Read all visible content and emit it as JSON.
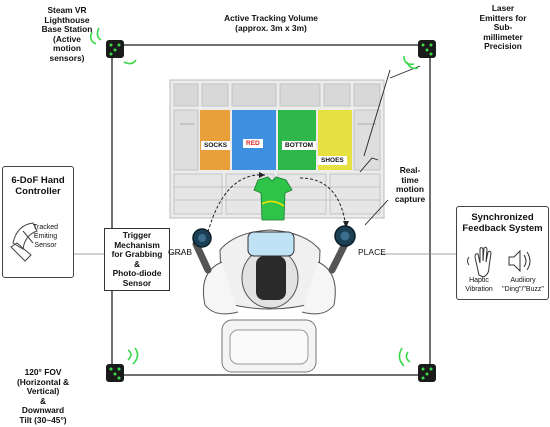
{
  "labels": {
    "base_station": "Steam VR\nLighthouse\nBase Station\n(Active\nmotion\nsensors)",
    "tracking_volume": "Active Tracking Volume\n(approx. 3m x 3m)",
    "laser_emitters": "Laser\nEmitters for\nSub-\nmillimeter\nPrecision",
    "realtime": "Real-\ntime\nmotion\ncapture",
    "trigger": "Trigger\nMechanism\nfor Grabbing\n&\nPhoto-diode\nSensor",
    "fov": "120° FOV\n(Horizontal &\nVertical)\n&\nDownward\nTilt (30~45°)",
    "grab": "GRAB",
    "place": "PLACE"
  },
  "controller_panel": {
    "title": "6-DoF Hand\nController",
    "caption": "Tracked\nEmiting\nSensor"
  },
  "feedback_panel": {
    "title": "Synchronized\nFeedback System",
    "haptic": "Haptic\nVibration",
    "audio": "Audiiory\n\"Ding\"/\"Buzz\""
  },
  "shelf": {
    "compartments": [
      {
        "label": "SOCKS",
        "color": "#e8a03a"
      },
      {
        "label": "RED",
        "color": "#3d8fe0"
      },
      {
        "label": "BOTTOM",
        "color": "#2fb84a"
      },
      {
        "label": "SHOES",
        "color": "#e6e040"
      }
    ]
  },
  "colors": {
    "led_green": "#39d94a",
    "shirt_green": "#2ec44a",
    "headset_blue": "#bfe3f5"
  }
}
